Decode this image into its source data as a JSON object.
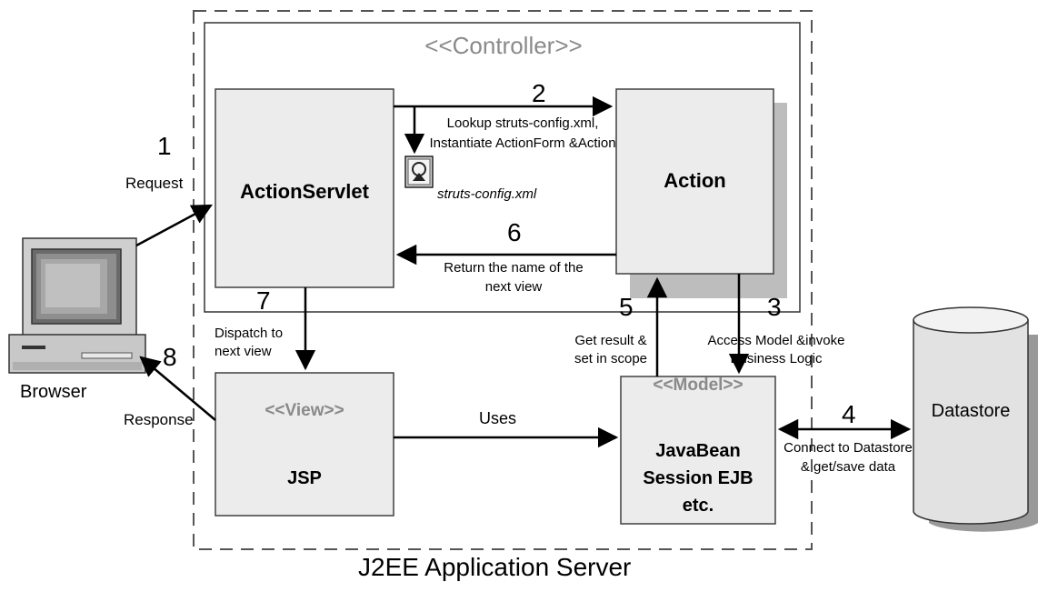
{
  "server_label": "J2EE Application Server",
  "controller_stereotype": "<<Controller>>",
  "view_stereotype": "<<View>>",
  "model_stereotype": "<<Model>>",
  "components": {
    "action_servlet": "ActionServlet",
    "action": "Action",
    "jsp": "JSP",
    "model_line1": "JavaBean",
    "model_line2": "Session EJB",
    "model_line3": "etc.",
    "datastore": "Datastore",
    "browser": "Browser",
    "config_file": "struts-config.xml"
  },
  "steps": {
    "s1": "1",
    "s1_text": "Request",
    "s2": "2",
    "s2_text_line1": "Lookup struts-config.xml,",
    "s2_text_line2": "Instantiate ActionForm &Action",
    "s3": "3",
    "s3_text_line1": "Access Model &invoke",
    "s3_text_line2": "Business Logic",
    "s4": "4",
    "s4_text_line1": "Connect to Datastore",
    "s4_text_line2": "& get/save data",
    "s5": "5",
    "s5_text_line1": "Get result &",
    "s5_text_line2": "set in scope",
    "s6": "6",
    "s6_text_line1": "Return the name of the",
    "s6_text_line2": "next view",
    "s7": "7",
    "s7_text_line1": "Dispatch to",
    "s7_text_line2": "next view",
    "s8": "8",
    "s8_text": "Response",
    "uses_text": "Uses"
  },
  "colors": {
    "box_fill": "#ececec",
    "box_stroke": "#404040",
    "shadow": "#bdbdbd",
    "stereotype_text": "#8a8a8a",
    "dashed": "#555555",
    "datastore_fill": "#e2e2e2"
  }
}
